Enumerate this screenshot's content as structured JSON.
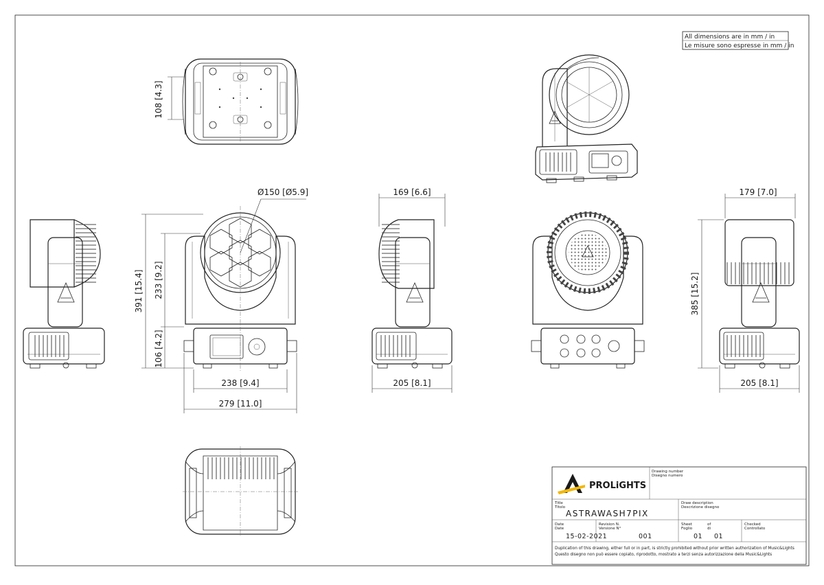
{
  "note": {
    "line1": "All dimensions are in mm / in",
    "line2": "Le misure sono espresse in mm / in"
  },
  "dimensions": {
    "top_view_depth": "108 [4.3]",
    "lens_diameter": "Ø150 [Ø5.9]",
    "side_depth": "169 [6.6]",
    "back_depth": "179 [7.0]",
    "total_height": "391 [15.4]",
    "head_height": "233 [9.2]",
    "base_height": "106 [4.2]",
    "rear_height": "385 [15.2]",
    "base_width": "238 [9.4]",
    "total_width": "279 [11.0]",
    "side_base_width": "205 [8.1]",
    "back_base_width": "205 [8.1]"
  },
  "title_block": {
    "brand": "PROLiGHTS",
    "drawing_number_label_en": "Drawing number",
    "drawing_number_label_it": "Disegno numero",
    "title_label_en": "Title",
    "title_label_it": "Titolo",
    "title_value": "ASTRAWASH7PIX",
    "draw_desc_label_en": "Draw description",
    "draw_desc_label_it": "Descrizione disegno",
    "date_label_en": "Date",
    "date_label_it": "Date",
    "date_value": "15-02-2021",
    "revision_label_en": "Revision N.",
    "revision_label_it": "Versione N°",
    "revision_value": "001",
    "sheet_label_en": "Sheet",
    "sheet_label_it": "Foglio",
    "of_label_en": "of",
    "of_label_it": "di",
    "sheet_value": "01",
    "sheet_total": "01",
    "checked_label_en": "Checked",
    "checked_label_it": "Controllato",
    "disclaimer_en": "Duplication of this drawing, either full or in part, is strictly prohibited without prior written authorization of Music&Lights",
    "disclaimer_it": "Questo disegno non può essere copiato, riprodotto, mostrato a terzi senza autorizzazione della Music&Lights"
  },
  "colors": {
    "line": "#222222",
    "logo_gold": "#f2b705",
    "paper": "#ffffff"
  }
}
